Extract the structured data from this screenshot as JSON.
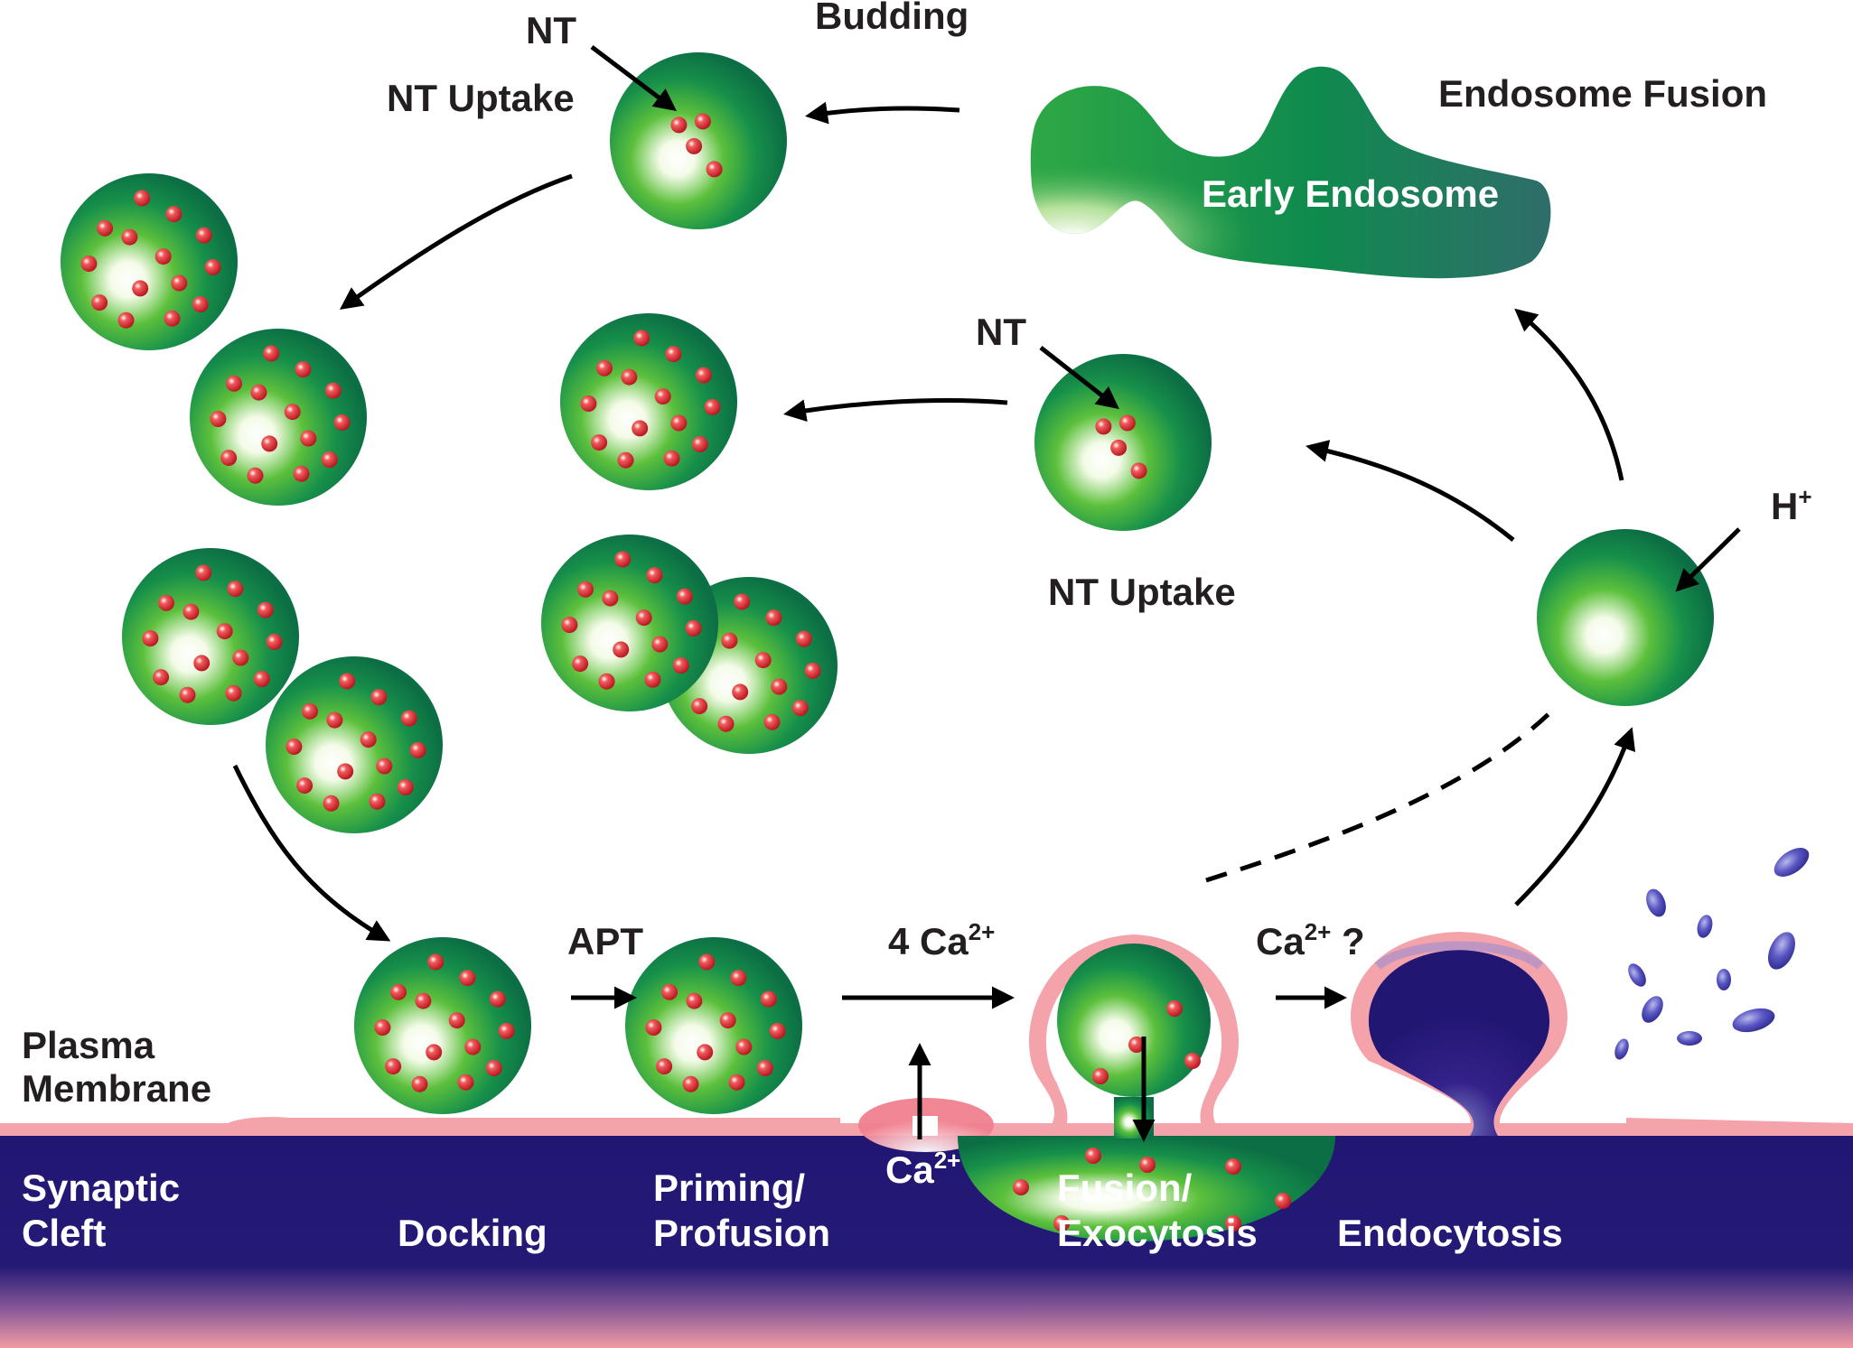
{
  "labels": {
    "budding": "Budding",
    "nt_top": "NT",
    "nt_uptake_top": "NT Uptake",
    "endosome_fusion": "Endosome Fusion",
    "early_endosome": "Early Endosome",
    "nt_middle": "NT",
    "nt_uptake_middle": "NT Uptake",
    "h_plus_base": "H",
    "h_plus_sup": "+",
    "apt": "APT",
    "four_ca_base": "4 Ca",
    "four_ca_sup": "2+",
    "ca_q_base": "Ca",
    "ca_q_sup": "2+",
    "ca_q_suffix": " ?",
    "ca_channel_base": "Ca",
    "ca_channel_sup": "2+",
    "plasma_membrane_line1": "Plasma",
    "plasma_membrane_line2": "Membrane",
    "synaptic_cleft_line1": "Synaptic",
    "synaptic_cleft_line2": "Cleft",
    "docking": "Docking",
    "priming_line1": "Priming/",
    "priming_line2": "Profusion",
    "fusion_line1": "Fusion/",
    "fusion_line2": "Exocytosis",
    "endocytosis": "Endocytosis"
  },
  "colors": {
    "vesicle_dark": "#0e7a45",
    "vesicle_mid": "#2aa84a",
    "vesicle_light": "#eaf7d8",
    "nt_red": "#d21f2e",
    "membrane_pink": "#f4a3aa",
    "cleft_navy": "#221673",
    "endocytic_purple": "#2a1a78"
  }
}
